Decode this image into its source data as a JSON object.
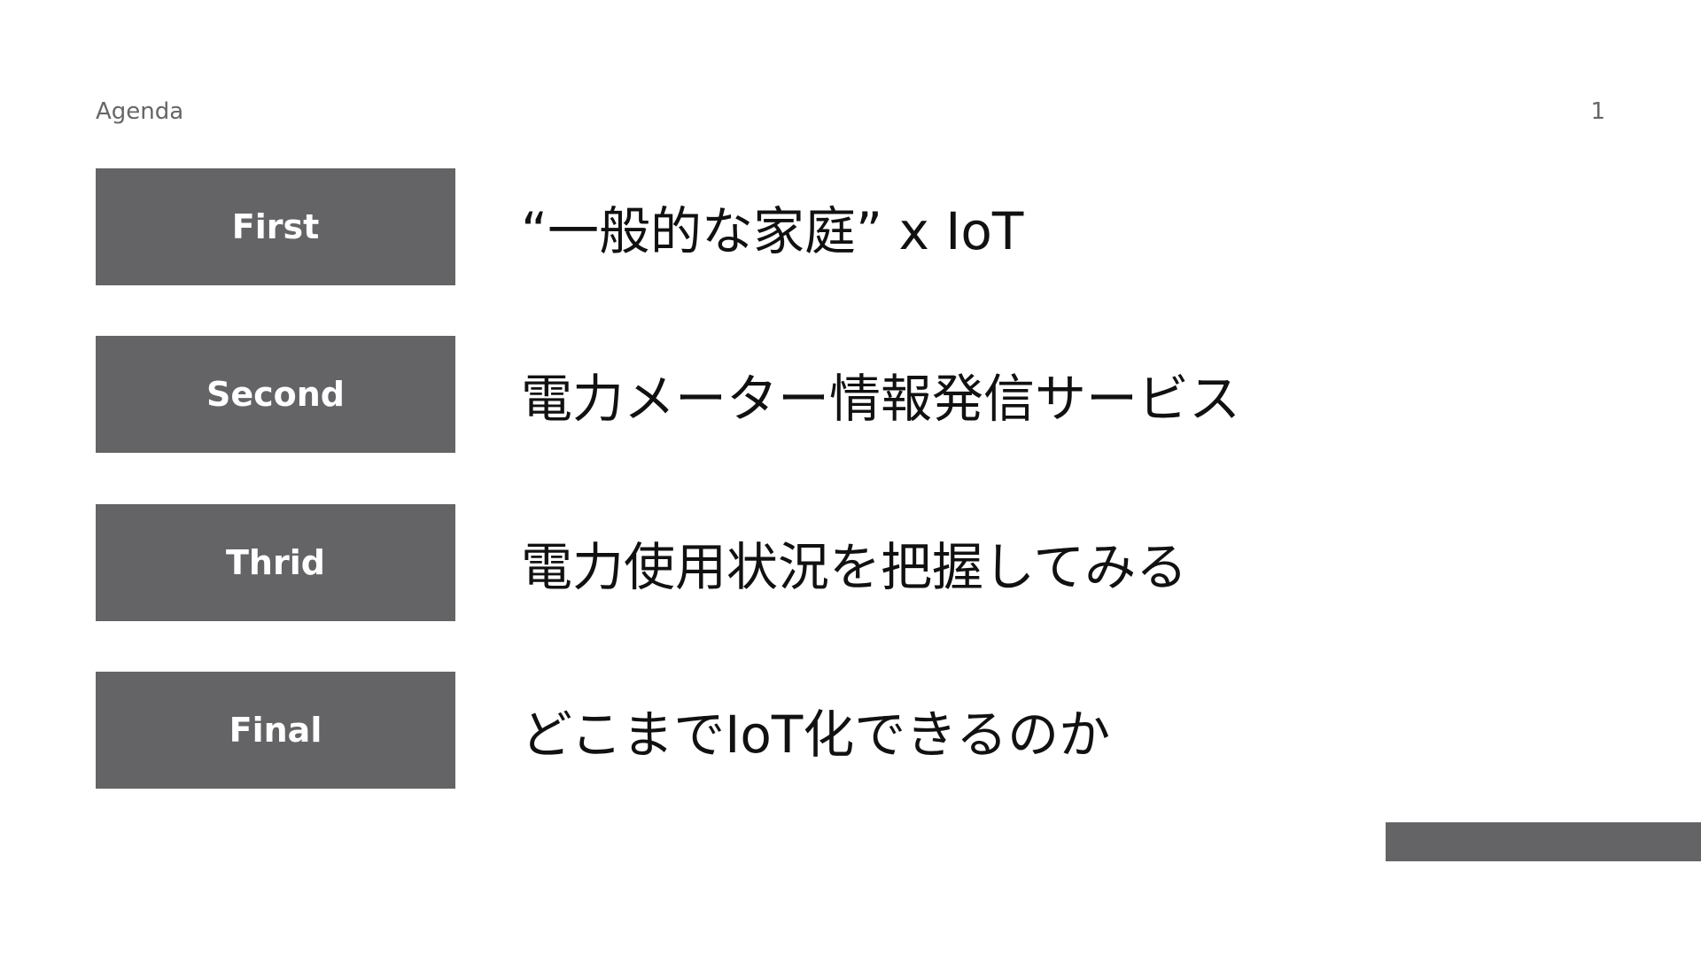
{
  "header": {
    "label": "Agenda",
    "page_number": "1"
  },
  "agenda": {
    "items": [
      {
        "label": "First",
        "text": "“一般的な家庭” x IoT"
      },
      {
        "label": "Second",
        "text": "電力メーター情報発信サービス"
      },
      {
        "label": "Thrid",
        "text": "電力使用状況を把握してみる"
      },
      {
        "label": "Final",
        "text": "どこまでIoT化できるのか"
      }
    ]
  },
  "colors": {
    "box_background": "#646466",
    "box_text": "#ffffff",
    "body_text": "#111111",
    "muted_text": "#666666",
    "accent_bar": "#646466"
  }
}
